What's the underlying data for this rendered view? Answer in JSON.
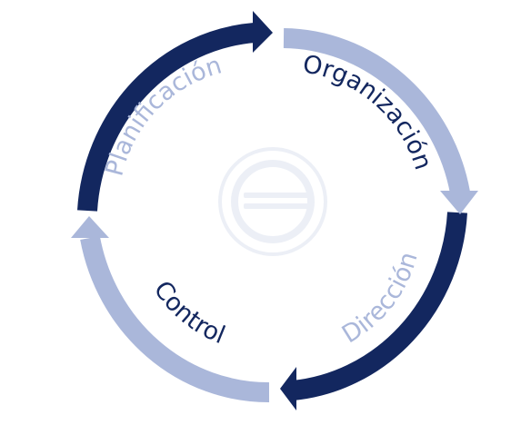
{
  "diagram": {
    "type": "cycle",
    "colors": {
      "dark": "#13275f",
      "light": "#aab7da",
      "watermark": "#dde3ef"
    },
    "stages": [
      {
        "label": "Planificación",
        "arc_color": "dark",
        "text_color": "light"
      },
      {
        "label": "Organización",
        "arc_color": "light",
        "text_color": "dark"
      },
      {
        "label": "Dirección",
        "arc_color": "dark",
        "text_color": "light"
      },
      {
        "label": "Control",
        "arc_color": "light",
        "text_color": "dark"
      }
    ],
    "center_icon": "circular-logo-watermark-icon"
  }
}
